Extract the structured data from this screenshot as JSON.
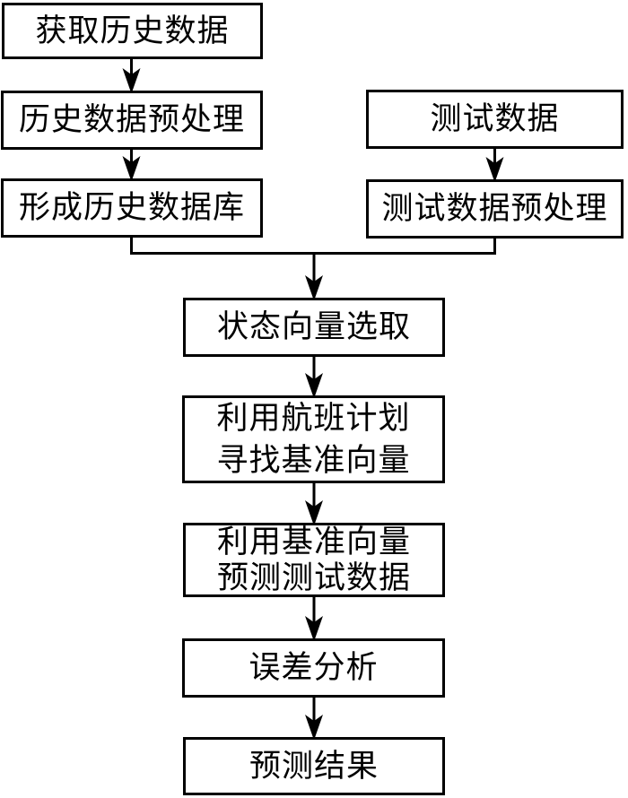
{
  "canvas": {
    "background": "#ffffff",
    "line_color": "#000000",
    "text_color": "#000000"
  },
  "nodes": {
    "get_history": "获取历史数据",
    "hist_preprocess": "历史数据预处理",
    "form_hist_db": "形成历史数据库",
    "test_data": "测试数据",
    "test_preprocess": "测试数据预处理",
    "state_vector": "状态向量选取",
    "find_ref": [
      "利用航班计划",
      "寻找基准向量"
    ],
    "predict_test": [
      "利用基准向量",
      "预测测试数据"
    ],
    "error_analysis": "误差分析",
    "prediction_result": "预测结果"
  }
}
